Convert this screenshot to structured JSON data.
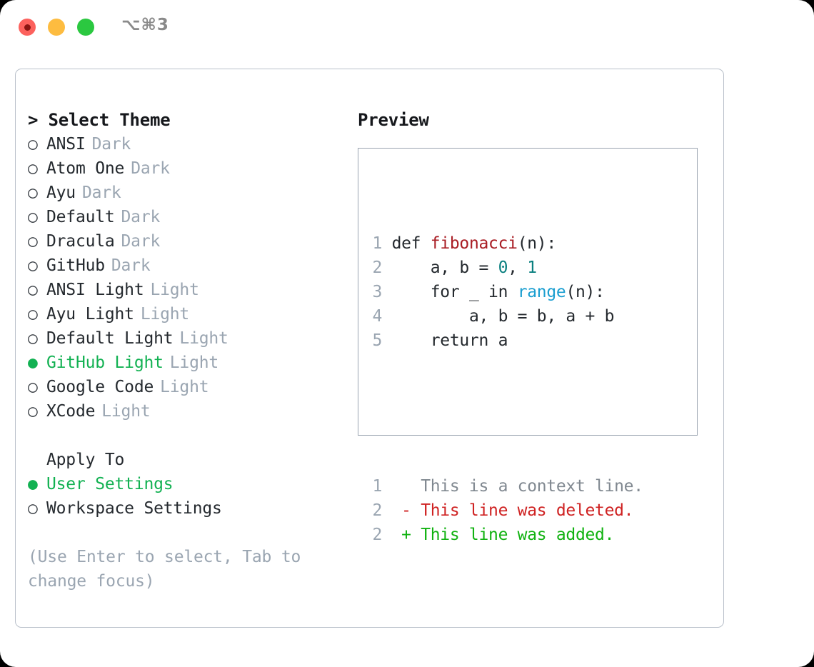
{
  "titlebar": {
    "shortcut": "⌥⌘3",
    "dots": [
      "close-red",
      "minimize-yellow",
      "maximize-green"
    ]
  },
  "theme_list": {
    "header": "> Select Theme",
    "items": [
      {
        "marker": "○",
        "label": "ANSI",
        "tag": "Dark",
        "selected": false
      },
      {
        "marker": "○",
        "label": "Atom One",
        "tag": "Dark",
        "selected": false
      },
      {
        "marker": "○",
        "label": "Ayu",
        "tag": "Dark",
        "selected": false
      },
      {
        "marker": "○",
        "label": "Default",
        "tag": "Dark",
        "selected": false
      },
      {
        "marker": "○",
        "label": "Dracula",
        "tag": "Dark",
        "selected": false
      },
      {
        "marker": "○",
        "label": "GitHub",
        "tag": "Dark",
        "selected": false
      },
      {
        "marker": "○",
        "label": "ANSI Light",
        "tag": "Light",
        "selected": false
      },
      {
        "marker": "○",
        "label": "Ayu Light",
        "tag": "Light",
        "selected": false
      },
      {
        "marker": "○",
        "label": "Default Light",
        "tag": "Light",
        "selected": false
      },
      {
        "marker": "●",
        "label": "GitHub Light",
        "tag": "Light",
        "selected": true
      },
      {
        "marker": "○",
        "label": "Google Code",
        "tag": "Light",
        "selected": false
      },
      {
        "marker": "○",
        "label": "XCode",
        "tag": "Light",
        "selected": false
      }
    ]
  },
  "apply_to": {
    "header": "Apply To",
    "items": [
      {
        "marker": "●",
        "label": "User Settings",
        "selected": true
      },
      {
        "marker": "○",
        "label": "Workspace Settings",
        "selected": false
      }
    ]
  },
  "hint": "(Use Enter to select, Tab to change focus)",
  "preview": {
    "header": "Preview",
    "code_lines": [
      {
        "num": "1",
        "parts": [
          {
            "t": "def ",
            "c": "plain"
          },
          {
            "t": "fibonacci",
            "c": "func"
          },
          {
            "t": "(n):",
            "c": "plain"
          }
        ]
      },
      {
        "num": "2",
        "parts": [
          {
            "t": "    a, b = ",
            "c": "plain"
          },
          {
            "t": "0",
            "c": "num"
          },
          {
            "t": ", ",
            "c": "plain"
          },
          {
            "t": "1",
            "c": "num"
          }
        ]
      },
      {
        "num": "3",
        "parts": [
          {
            "t": "    for _ in ",
            "c": "plain"
          },
          {
            "t": "range",
            "c": "call"
          },
          {
            "t": "(n):",
            "c": "plain"
          }
        ]
      },
      {
        "num": "4",
        "parts": [
          {
            "t": "        a, b = b, a + b",
            "c": "plain"
          }
        ]
      },
      {
        "num": "5",
        "parts": [
          {
            "t": "    return a",
            "c": "plain"
          }
        ]
      }
    ],
    "diff_lines": [
      {
        "num": "1",
        "sign": " ",
        "text": "This is a context line.",
        "kind": "ctx"
      },
      {
        "num": "2",
        "sign": "-",
        "text": "This line was deleted.",
        "kind": "del"
      },
      {
        "num": "2",
        "sign": "+",
        "text": "This line was added.",
        "kind": "add"
      }
    ]
  },
  "colors": {
    "accent_green": "#12b152",
    "muted": "#9aa5b1",
    "code_text": "#24292e",
    "func_red": "#a91d24",
    "number_teal": "#0b8080",
    "call_blue": "#1a9ed0",
    "diff_del": "#cf2222",
    "diff_add": "#11b211",
    "panel_border": "#b9c0ca",
    "preview_border": "#9aa4b0"
  }
}
